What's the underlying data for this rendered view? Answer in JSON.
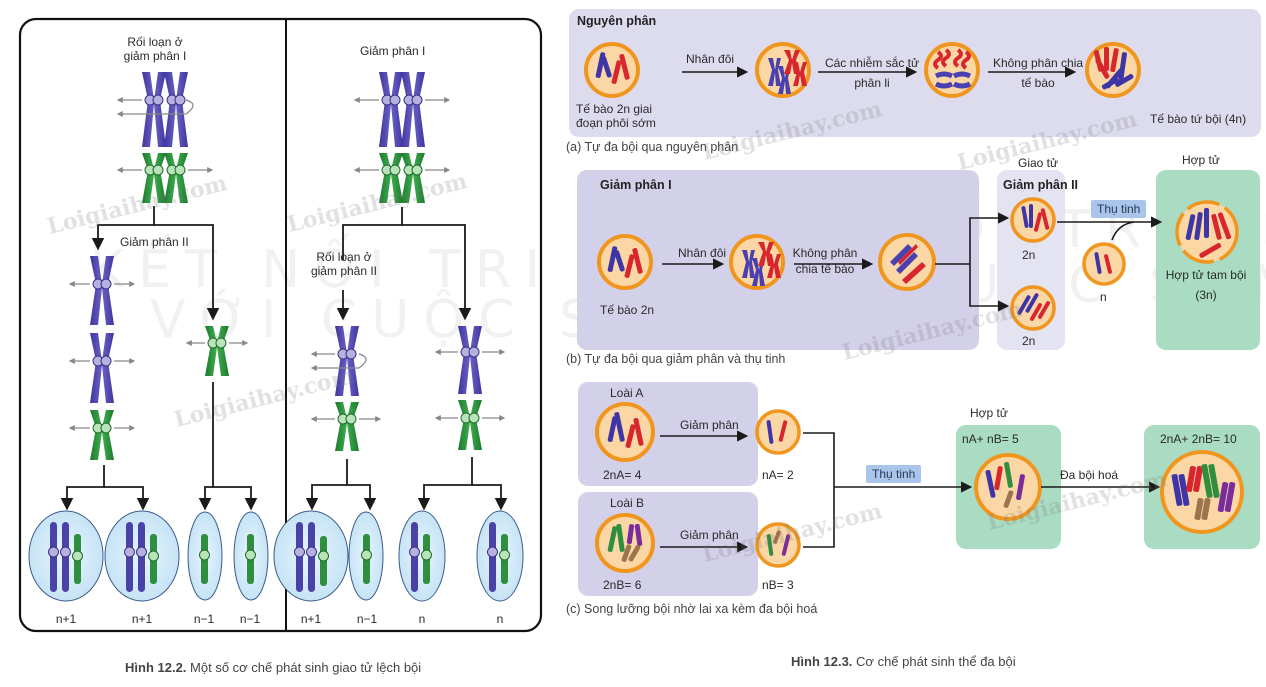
{
  "figure_12_2": {
    "caption_number": "Hình 12.2.",
    "caption_text": "Một số cơ chế phát sinh giao tử lệch bội",
    "left": {
      "title": "Rối loạn ở giảm phân I",
      "title_line1": "Rối loạn ở",
      "title_line2": "giảm phân I",
      "stage2_label": "Giảm phân II",
      "gametes": [
        "n+1",
        "n+1",
        "n−1",
        "n−1"
      ]
    },
    "right": {
      "title": "Giảm phân I",
      "stage2_line1": "Rối loạn ở",
      "stage2_line2": "giảm phân II",
      "gametes": [
        "n+1",
        "n−1",
        "n",
        "n"
      ]
    }
  },
  "figure_12_3": {
    "caption_number": "Hình 12.3.",
    "caption_text": "Cơ chế phát sinh thể đa bội",
    "panel_a": {
      "title": "Nguyên phân",
      "cell1_line1": "Tế bào 2n giai",
      "cell1_line2": "đoạn phôi sớm",
      "arrow1": "Nhân đôi",
      "arrow2_line1": "Các nhiễm sắc tử",
      "arrow2_line2": "phân li",
      "arrow3_line1": "Không phân chia",
      "arrow3_line2": "tế bào",
      "result": "Tế bào tứ bội (4n)",
      "caption": "(a) Tự đa bội qua nguyên phân"
    },
    "panel_b": {
      "title": "Giảm phân I",
      "cell1": "Tế bào 2n",
      "arrow1": "Nhân đôi",
      "arrow2_line1": "Không phân",
      "arrow2_line2": "chia tế bào",
      "gamete_header": "Giao tử",
      "gamete_box_title": "Giảm phân II",
      "gamete1": "2n",
      "gamete2": "2n",
      "other_gamete": "n",
      "fertilization": "Thụ tinh",
      "zygote_header": "Hợp tử",
      "zygote_line1": "Hợp tử tam bội",
      "zygote_line2": "(3n)",
      "caption": "(b) Tự đa bội qua giảm phân và thụ tinh"
    },
    "panel_c": {
      "species_a": "Loài A",
      "species_a_2n": "2nA= 4",
      "species_a_n": "nA= 2",
      "species_b": "Loài B",
      "species_b_2n": "2nB= 6",
      "species_b_n": "nB= 3",
      "meiosis": "Giảm phân",
      "fertilization": "Thụ tinh",
      "zygote_header": "Hợp tử",
      "zygote_formula": "nA+ nB= 5",
      "polyploidization": "Đa bội hoá",
      "result_formula": "2nA+ 2nB= 10",
      "caption": "(c) Song lưỡng bội nhờ lai xa kèm đa bội hoá"
    }
  },
  "watermarks": {
    "site": "Loigiaihay.com",
    "line1": "KẾT NỐI TRI THỨC",
    "line2": "VỚI CUỘC SỐNG"
  },
  "colors": {
    "chromosome_blue": "#5a4fb0",
    "chromosome_green": "#2f8f3f",
    "chromosome_red": "#d8262e",
    "chromosome_purple": "#7a2d9a",
    "chromosome_brown": "#9c7450",
    "cell_fill": "#fcd8a8",
    "cell_border": "#f0961e",
    "gamete_fill": "#cfe8f7",
    "panel_purple": "#d6d3ea",
    "panel_light": "#e4e3f1",
    "panel_green": "#a8dcc0",
    "tag_blue": "#a9c6ea"
  }
}
